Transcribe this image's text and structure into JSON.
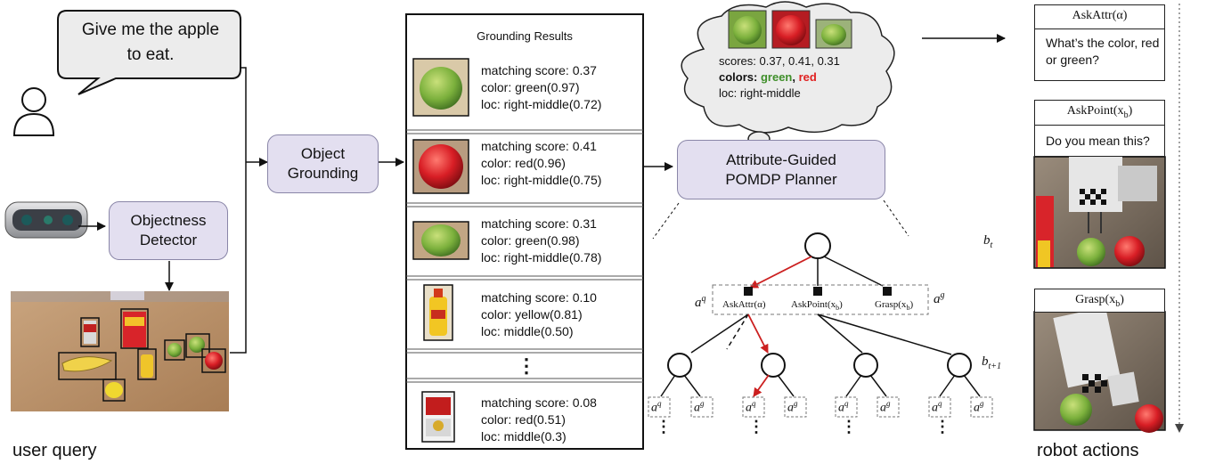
{
  "user": {
    "speech": "Give me the apple to eat.",
    "caption": "user query"
  },
  "boxes": {
    "objectness_detector": "Objectness Detector",
    "object_grounding": "Object Grounding",
    "planner": "Attribute-Guided POMDP Planner"
  },
  "grounding": {
    "title": "Grounding Results",
    "ellipsis": "⋮",
    "items": [
      {
        "score": "matching score: 0.37",
        "color": "color: green(0.97)",
        "loc": "loc: right-middle(0.72)",
        "thumb": "green-apple"
      },
      {
        "score": "matching score: 0.41",
        "color": "color: red(0.96)",
        "loc": "loc: right-middle(0.75)",
        "thumb": "red-apple"
      },
      {
        "score": "matching score: 0.31",
        "color": "color: green(0.98)",
        "loc": "loc: right-middle(0.78)",
        "thumb": "green-apple"
      },
      {
        "score": "matching score: 0.10",
        "color": "color: yellow(0.81)",
        "loc": "loc: middle(0.50)",
        "thumb": "mustard"
      },
      {
        "score": "matching score: 0.08",
        "color": "color: red(0.51)",
        "loc": "loc: middle(0.3)",
        "thumb": "soup-can"
      }
    ]
  },
  "thought": {
    "scores": "scores: 0.37, 0.41, 0.31",
    "colors_label": "colors:",
    "color_green": "green",
    "comma": ",",
    "color_red": "red",
    "loc": "loc: right-middle"
  },
  "tree": {
    "aq_left": "a",
    "aq_left_sup": "q",
    "ag_right": "a",
    "ag_right_sup": "g",
    "bt": "b",
    "bt_sub": "t",
    "bt1": "b",
    "bt1_sub": "t+1",
    "ask_attr": "AskAttr(α)",
    "ask_point": "AskPoint(x",
    "ask_point_sub": "b",
    "ask_point_close": ")",
    "grasp": "Grasp(x",
    "grasp_sub": "b",
    "grasp_close": ")",
    "leaf_q": "a",
    "leaf_q_sup": "q",
    "leaf_g": "a",
    "leaf_g_sup": "g",
    "dots": "⋮"
  },
  "actions": {
    "caption": "robot actions",
    "ask_attr_title": "AskAttr(α)",
    "ask_attr_text": "What’s the color, red or green?",
    "ask_point_title": "AskPoint(x",
    "ask_point_sub": "b",
    "ask_point_close": ")",
    "ask_point_text": "Do you mean this?",
    "grasp_title": "Grasp(x",
    "grasp_sub": "b",
    "grasp_close": ")"
  },
  "colors": {
    "box_fill": "#e3dff0",
    "box_border": "#8a86a8",
    "highlight_red": "#cc2020",
    "green_text": "#3f8f2a",
    "red_text": "#e02020"
  }
}
